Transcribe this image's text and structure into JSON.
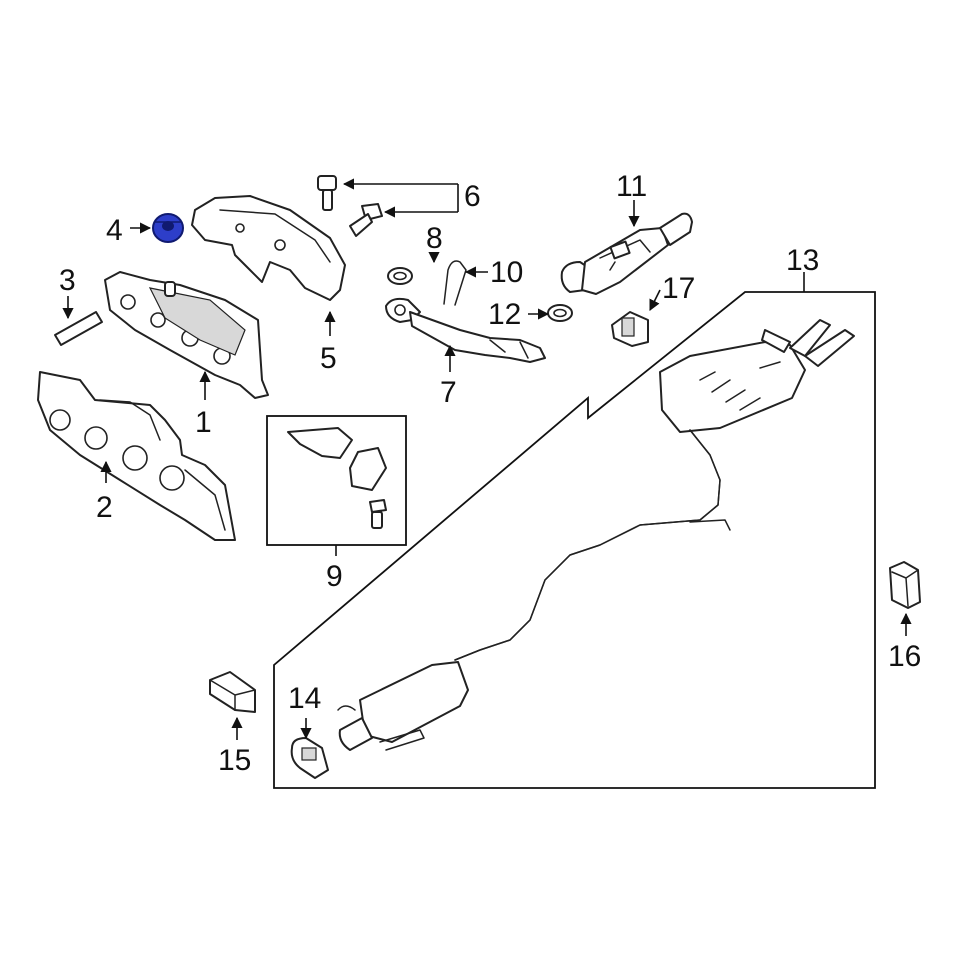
{
  "diagram": {
    "highlight_color": "#2d3ec9",
    "callouts": [
      {
        "id": "1",
        "label": "1"
      },
      {
        "id": "2",
        "label": "2"
      },
      {
        "id": "3",
        "label": "3"
      },
      {
        "id": "4",
        "label": "4"
      },
      {
        "id": "5",
        "label": "5"
      },
      {
        "id": "6",
        "label": "6"
      },
      {
        "id": "7",
        "label": "7"
      },
      {
        "id": "8",
        "label": "8"
      },
      {
        "id": "9",
        "label": "9"
      },
      {
        "id": "10",
        "label": "10"
      },
      {
        "id": "11",
        "label": "11"
      },
      {
        "id": "12",
        "label": "12"
      },
      {
        "id": "13",
        "label": "13"
      },
      {
        "id": "14",
        "label": "14"
      },
      {
        "id": "15",
        "label": "15"
      },
      {
        "id": "16",
        "label": "16"
      },
      {
        "id": "17",
        "label": "17"
      }
    ]
  }
}
